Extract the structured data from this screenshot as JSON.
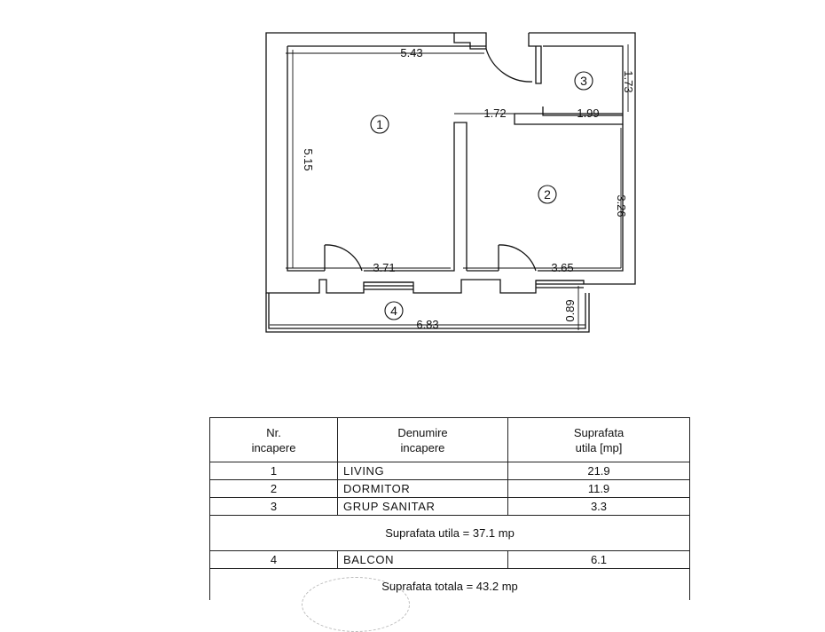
{
  "plan": {
    "rooms": [
      {
        "id": "1",
        "label": "1"
      },
      {
        "id": "2",
        "label": "2"
      },
      {
        "id": "3",
        "label": "3"
      },
      {
        "id": "4",
        "label": "4"
      }
    ],
    "dimensions": {
      "living_width": "5.43",
      "living_height": "5.15",
      "living_bottom": "3.71",
      "dormitor_top": "1.72",
      "sanitar_bottom": "1.99",
      "sanitar_height": "1.73",
      "dormitor_height": "3.26",
      "dormitor_bottom": "3.65",
      "balcon_width": "6.83",
      "balcon_depth": "0.89"
    }
  },
  "table": {
    "header": {
      "nr_line1": "Nr.",
      "nr_line2": "incapere",
      "name_line1": "Denumire",
      "name_line2": "incapere",
      "area_line1": "Suprafata",
      "area_line2": "utila [mp]"
    },
    "rows": [
      {
        "nr": "1",
        "name": "LIVING",
        "area": "21.9"
      },
      {
        "nr": "2",
        "name": "DORMITOR",
        "area": "11.9"
      },
      {
        "nr": "3",
        "name": "GRUP SANITAR",
        "area": "3.3"
      }
    ],
    "useful_total": "Suprafata utila = 37.1 mp",
    "balcony_row": {
      "nr": "4",
      "name": "BALCON",
      "area": "6.1"
    },
    "grand_total": "Suprafata totala = 43.2 mp"
  }
}
